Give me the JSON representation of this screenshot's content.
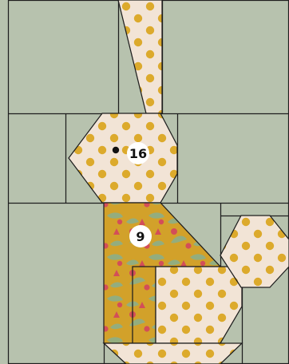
{
  "pattern": {
    "labels": [
      {
        "id": "head",
        "text": "16"
      },
      {
        "id": "body",
        "text": "9"
      }
    ]
  },
  "colors": {
    "background": "#b7c2ae",
    "seam": "#1e1e1e",
    "dot_fabric_base": "#f2e4d6",
    "dot": "#dcaa2c",
    "floral_base": "#d2a12a",
    "floral_leaf": "#8fae82",
    "floral_flower": "#d24a5b",
    "label_circle": "#ffffff",
    "label_text": "#111111"
  },
  "icons": {
    "eye": "eye-dot"
  }
}
